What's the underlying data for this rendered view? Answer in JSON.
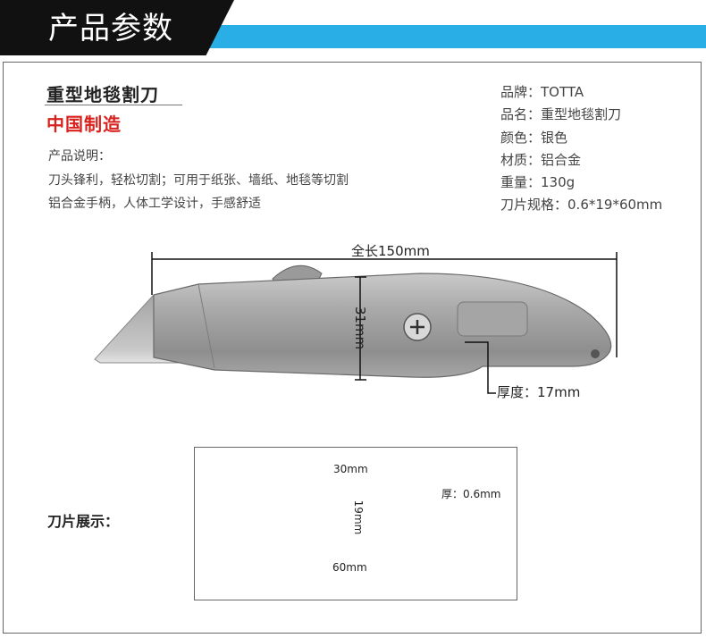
{
  "header": {
    "title": "产品参数"
  },
  "product": {
    "name": "重型地毯割刀",
    "origin": "中国制造"
  },
  "description": {
    "heading": "产品说明：",
    "line1": "刀头锋利，轻松切割；可用于纸张、墙纸、地毯等切割",
    "line2": "铝合金手柄，人体工学设计，手感舒适"
  },
  "specs": [
    {
      "label": "品牌：",
      "value": "TOTTA"
    },
    {
      "label": "品名：",
      "value": "重型地毯割刀"
    },
    {
      "label": "颜色：",
      "value": "银色"
    },
    {
      "label": "材质：",
      "value": "铝合金"
    },
    {
      "label": "重量：",
      "value": "130g"
    },
    {
      "label": "刀片规格：",
      "value": "0.6*19*60mm"
    }
  ],
  "knife_dims": {
    "length": "全长150mm",
    "height": "31mm",
    "thickness": "厚度：17mm"
  },
  "blade": {
    "showcase_label": "刀片展示：",
    "top_width": "30mm",
    "height": "19mm",
    "thickness": "厚：0.6mm",
    "bottom_width": "60mm"
  },
  "colors": {
    "accent": "#29aee6",
    "origin_red": "#d8211d"
  }
}
